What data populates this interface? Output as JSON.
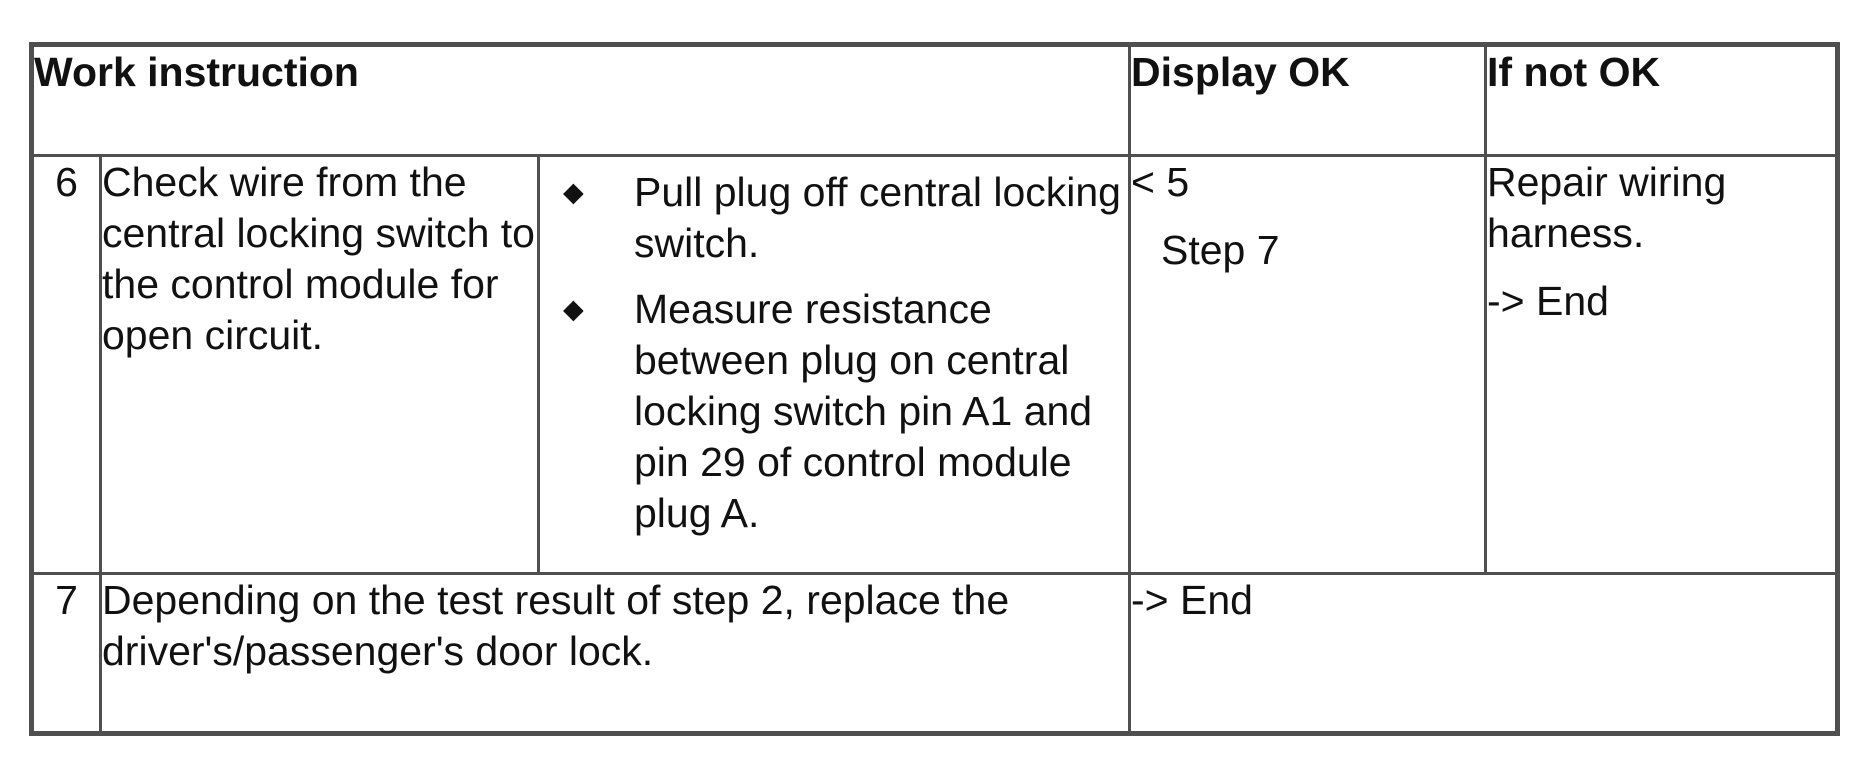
{
  "table": {
    "border_color": "#4f4f4f",
    "bullet_glyph": "◆",
    "header": {
      "work_instruction": "Work instruction",
      "display_ok": "Display OK",
      "if_not_ok": "If not OK"
    },
    "rows": [
      {
        "step": "6",
        "description": "Check wire from the central locking switch to the control module for open circuit.",
        "bullets": [
          {
            "icon": "diamond-bullet-icon",
            "text": "Pull plug off central locking switch."
          },
          {
            "icon": "diamond-bullet-icon",
            "text": "Measure resistance between plug on central locking switch pin A1 and pin 29 of control module plug A."
          }
        ],
        "display_ok": {
          "value": "< 5",
          "next_step": "Step 7"
        },
        "if_not_ok": {
          "action": "Repair wiring harness.",
          "result": "-> End"
        }
      },
      {
        "step": "7",
        "description": "Depending on the test result of step 2, replace the driver's/passenger's door lock.",
        "display_ok": {
          "value": "-> End"
        }
      }
    ]
  }
}
